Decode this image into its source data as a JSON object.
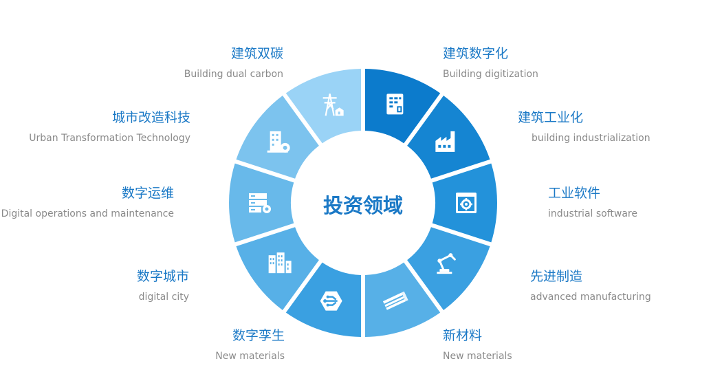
{
  "center_title": "投资领域",
  "colors": {
    "accent": "#1b79c6",
    "en_text": "#8a8a8a"
  },
  "segments": [
    {
      "zh": "建筑数字化",
      "en": "Building digitization",
      "icon": "office-building-icon",
      "color": "#0c7bcc"
    },
    {
      "zh": "建筑工业化",
      "en": "building industrialization",
      "icon": "factory-icon",
      "color": "#1585d2"
    },
    {
      "zh": "工业软件",
      "en": "industrial software",
      "icon": "software-gear-window-icon",
      "color": "#2392da"
    },
    {
      "zh": "先进制造",
      "en": "advanced manufacturing",
      "icon": "robot-arm-icon",
      "color": "#3aa0e1"
    },
    {
      "zh": "新材料",
      "en": "New materials",
      "icon": "profile-beam-icon",
      "color": "#57b0e7"
    },
    {
      "zh": "数字孪生",
      "en": "New materials",
      "icon": "circuit-hexagon-icon",
      "color": "#3aa0e1"
    },
    {
      "zh": "数字城市",
      "en": "digital city",
      "icon": "city-buildings-icon",
      "color": "#57b0e7"
    },
    {
      "zh": "数字运维",
      "en": "Digital operations and maintenance",
      "icon": "server-gear-icon",
      "color": "#68b9ea"
    },
    {
      "zh": "城市改造科技",
      "en": "Urban Transformation Technology",
      "icon": "building-gear-icon",
      "color": "#7cc3ee"
    },
    {
      "zh": "建筑双碳",
      "en": "Building dual carbon",
      "icon": "power-tower-icon",
      "color": "#9ad3f6"
    }
  ]
}
